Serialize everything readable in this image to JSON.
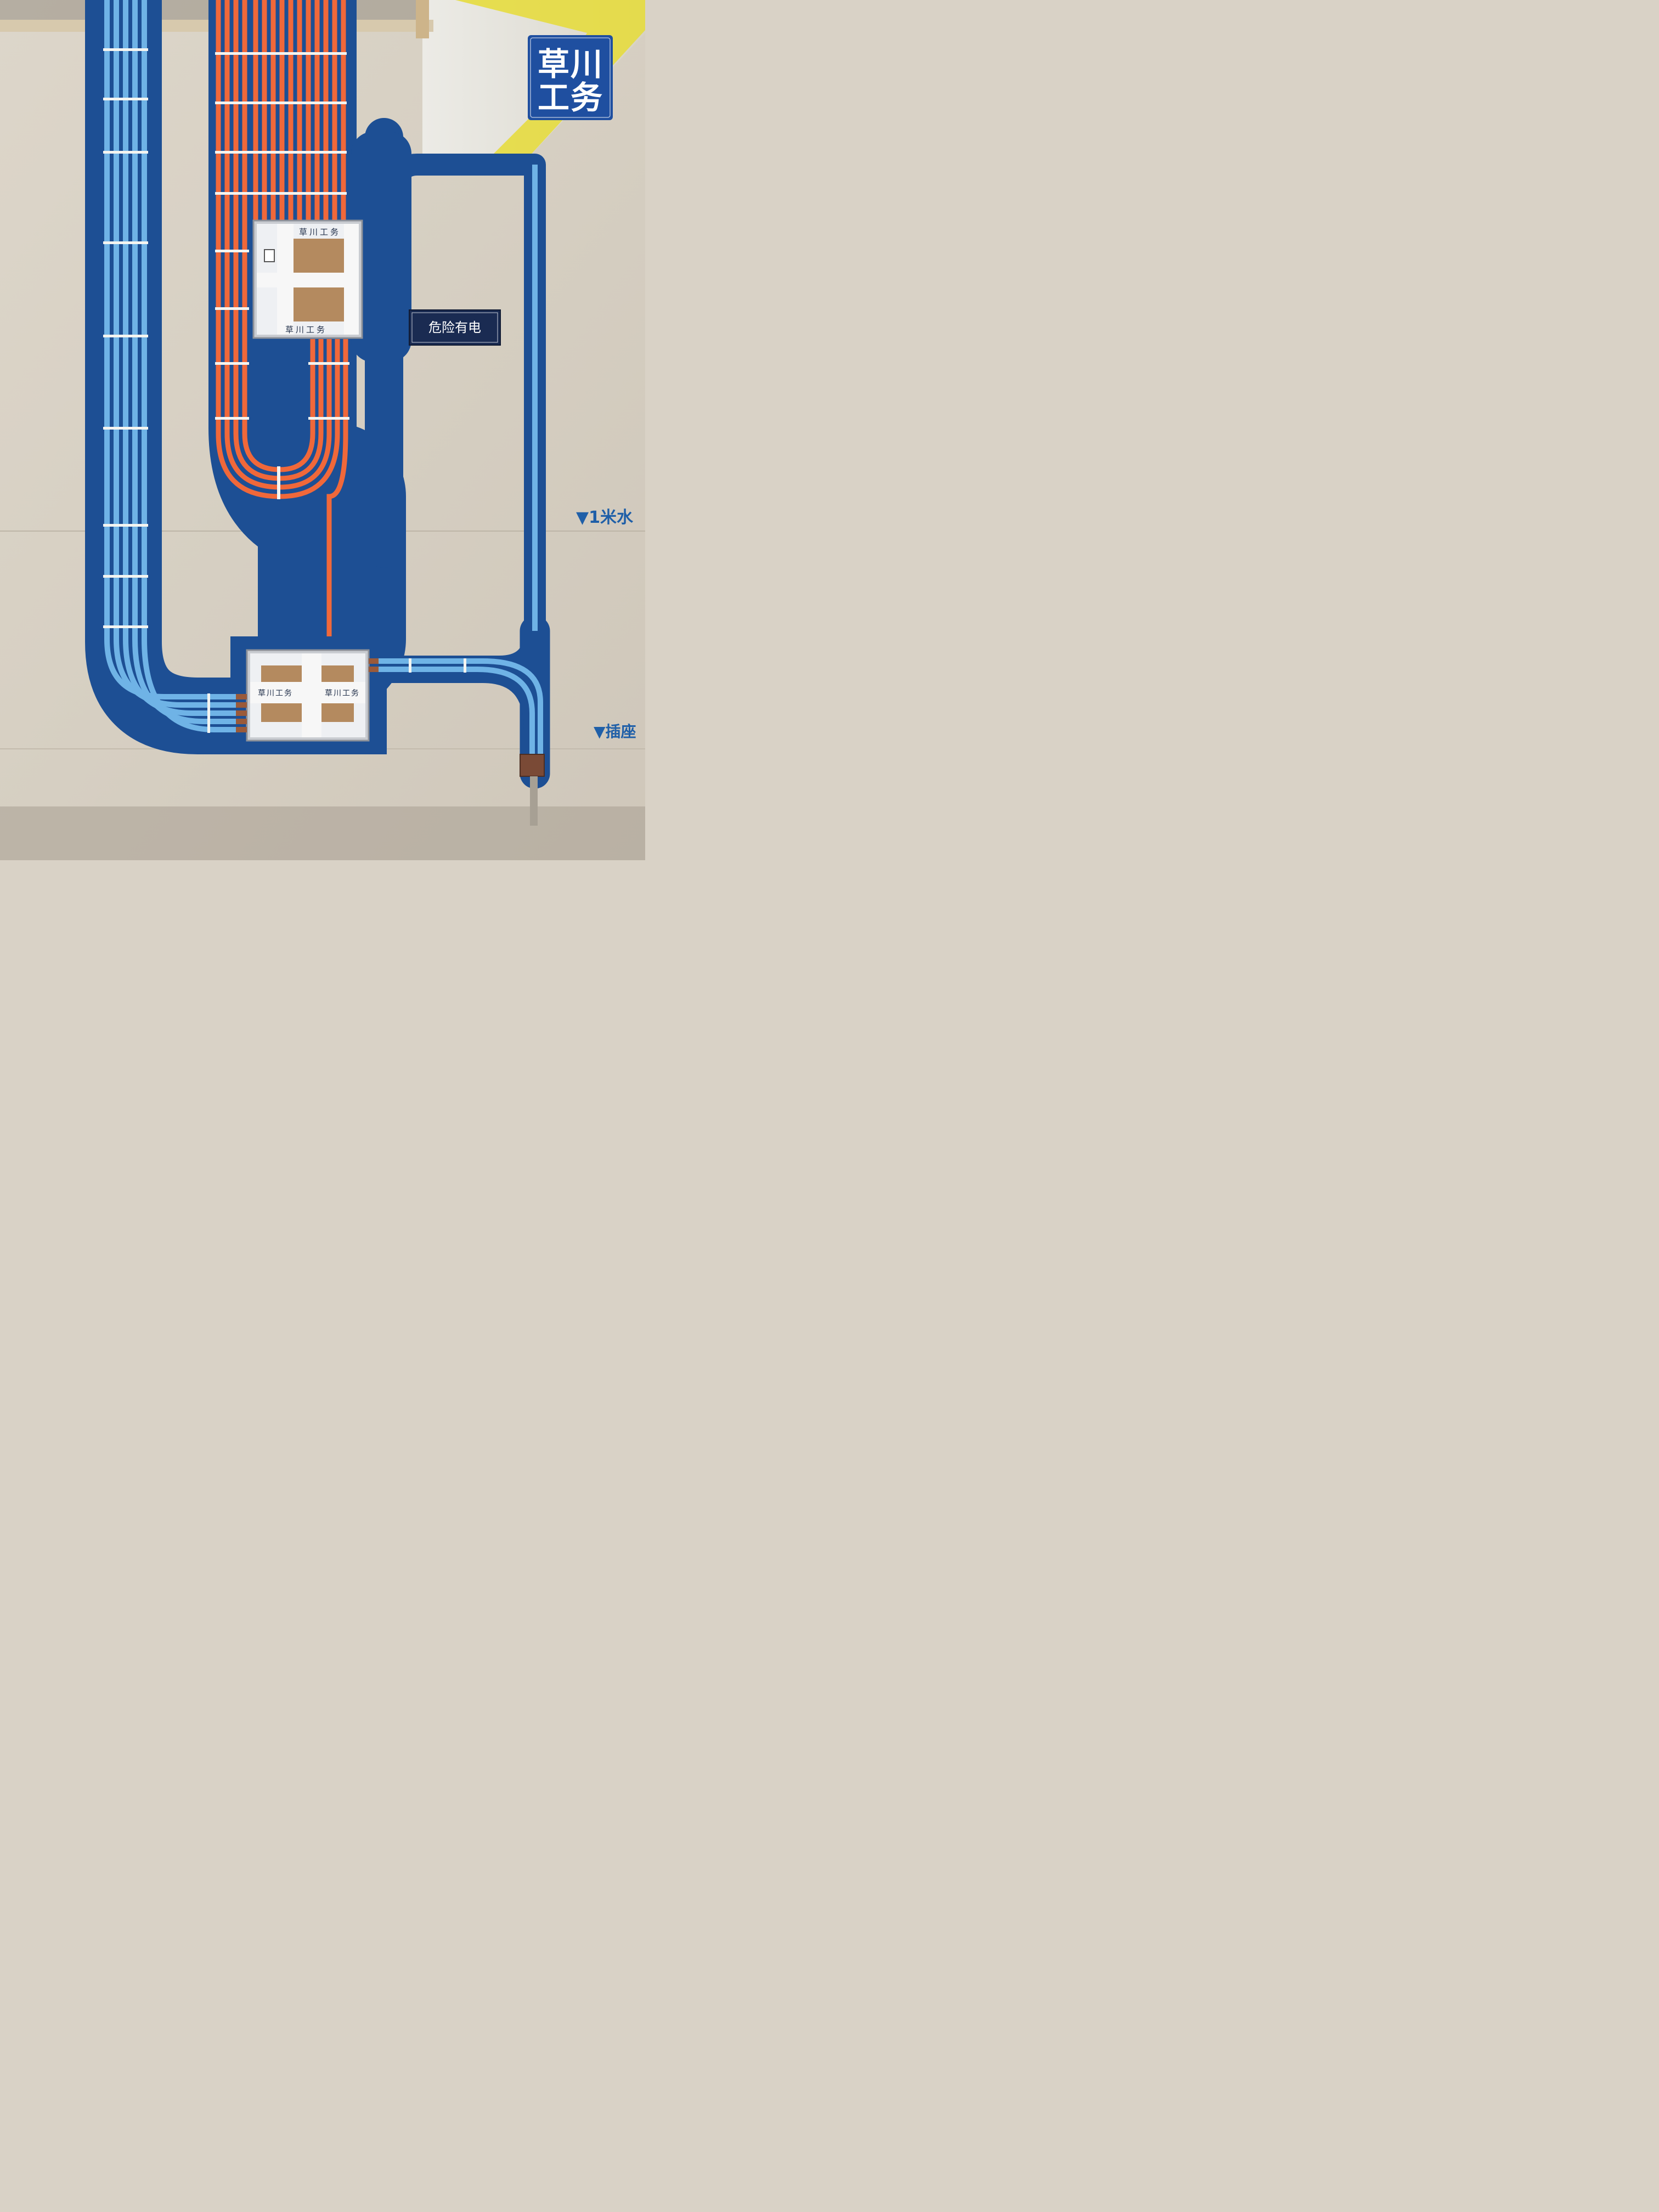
{
  "logo": {
    "line1": "草川",
    "line2": "工务"
  },
  "sign": {
    "text": "危险有电"
  },
  "wall_marks": {
    "level_mark": "▼1米水",
    "socket_mark": "▼插座"
  },
  "tape": {
    "text": "草川工务"
  },
  "colors": {
    "wall": "#d9d2c6",
    "waterproof_blue": "#1d4f94",
    "blue_conduit": "#6fb3e6",
    "orange_conduit": "#f0683a",
    "logo_bg": "#1f4fa0",
    "beam_yellow": "#e6dc3f",
    "sign_bg": "#1a2b52"
  }
}
